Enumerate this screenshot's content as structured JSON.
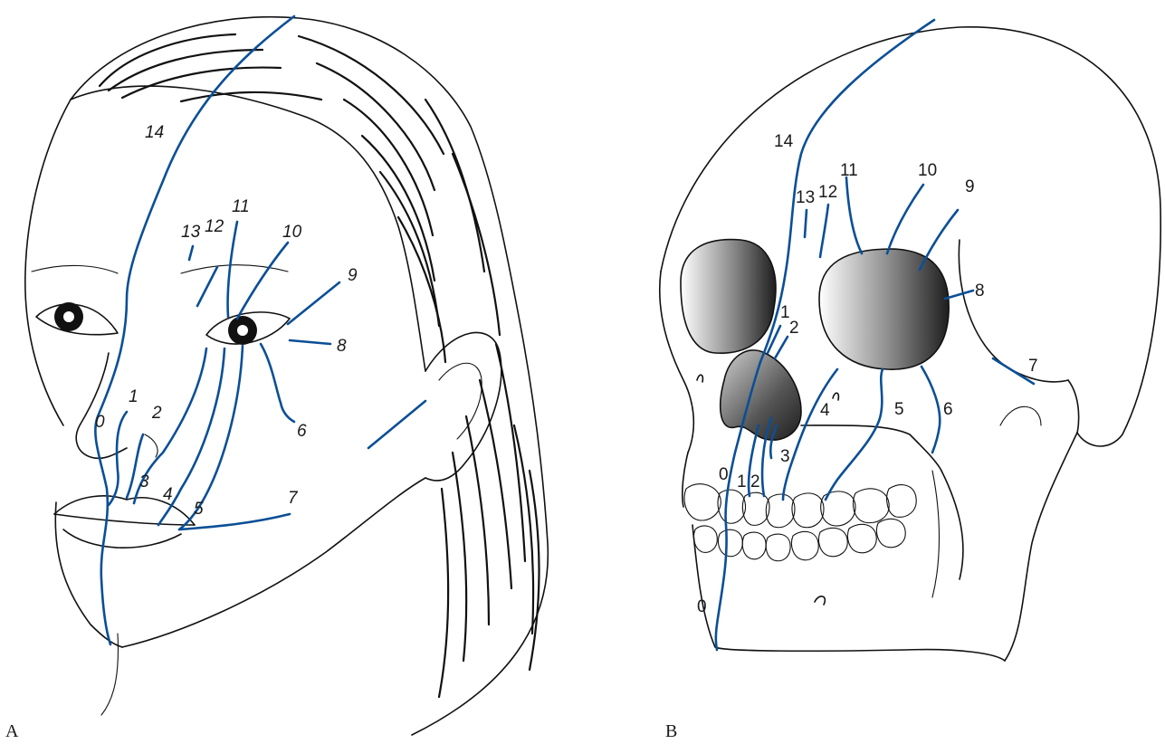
{
  "colors": {
    "cleft_line": "#0b4f96",
    "outline": "#111111",
    "orbit_shade_dark": "#2a2a2a"
  },
  "panel_a": {
    "label": "A",
    "cleft_numbers": [
      "0",
      "1",
      "2",
      "3",
      "4",
      "5",
      "6",
      "7",
      "8",
      "9",
      "10",
      "11",
      "12",
      "13",
      "14"
    ]
  },
  "panel_b": {
    "label": "B",
    "cleft_numbers": [
      "0",
      "1",
      "2",
      "3",
      "4",
      "5",
      "6",
      "7",
      "8",
      "9",
      "10",
      "11",
      "12",
      "13",
      "14"
    ],
    "inner_cleft_numbers": [
      "0",
      "1",
      "2"
    ]
  }
}
